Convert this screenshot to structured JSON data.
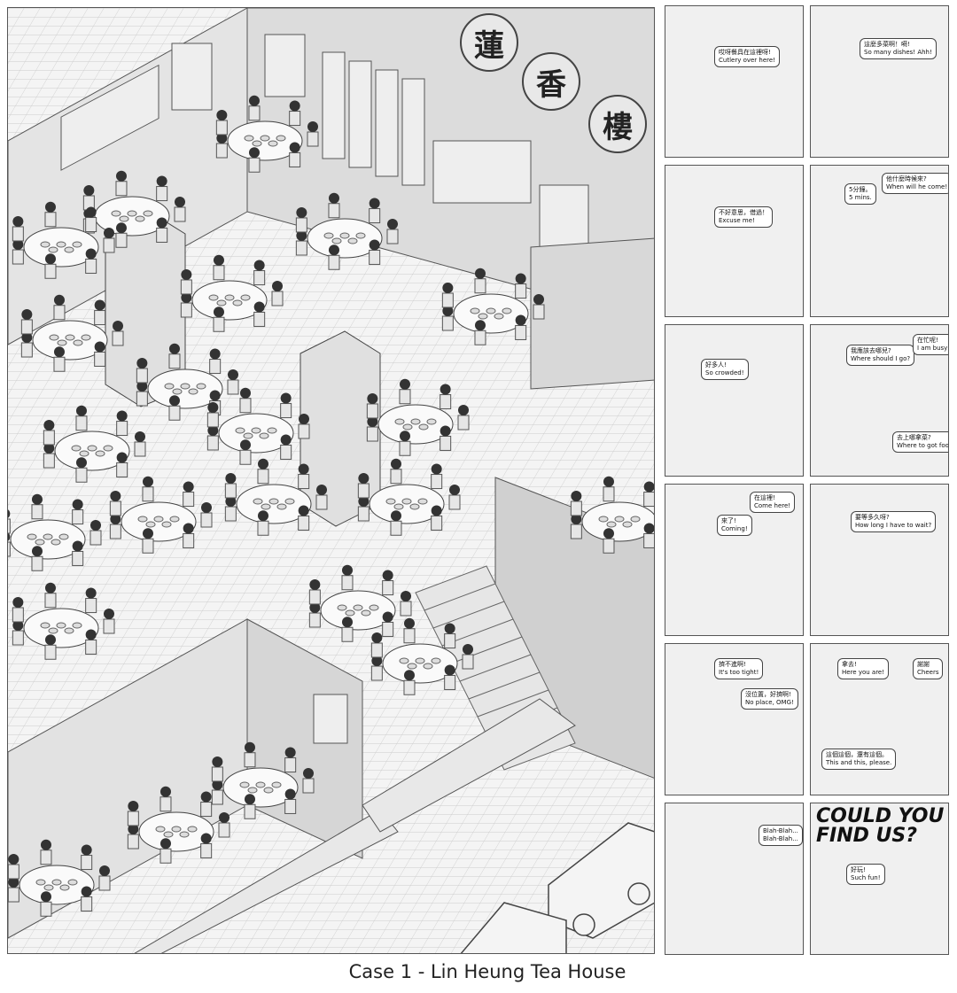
{
  "caption": "Case 1 - Lin Heung Tea House",
  "sign_chars": [
    "蓮",
    "香",
    "樓"
  ],
  "panels": [
    {
      "id": "p1",
      "bubbles": [
        {
          "zh": "哎呀餐具在這裡呀!",
          "en": "Cutlery over here!"
        }
      ]
    },
    {
      "id": "p2",
      "bubbles": [
        {
          "zh": "這麼多菜啊！嗬!",
          "en": "So many dishes! Ahh!"
        }
      ]
    },
    {
      "id": "p3",
      "bubbles": [
        {
          "zh": "不好意思，借過！",
          "en": "Excuse me!"
        }
      ]
    },
    {
      "id": "p4",
      "bubbles": [
        {
          "zh": "5分鐘。",
          "en": "5 mins."
        },
        {
          "zh": "他什麼時候來?",
          "en": "When will he come!"
        }
      ]
    },
    {
      "id": "p5",
      "bubbles": [
        {
          "zh": "好多人!",
          "en": "So crowded!"
        }
      ]
    },
    {
      "id": "p6",
      "bubbles": [
        {
          "zh": "我應該去哪兒?",
          "en": "Where should I go?"
        },
        {
          "zh": "在忙呢!",
          "en": "I am busy!"
        },
        {
          "zh": "去上哪拿菜?",
          "en": "Where to got food?"
        }
      ]
    },
    {
      "id": "p7",
      "bubbles": [
        {
          "zh": "來了!",
          "en": "Coming!"
        },
        {
          "zh": "在這裡!",
          "en": "Come here!"
        }
      ]
    },
    {
      "id": "p8",
      "bubbles": [
        {
          "zh": "要等多久呀?",
          "en": "How long I have to wait?"
        }
      ]
    },
    {
      "id": "p9",
      "bubbles": [
        {
          "zh": "擠不進啊!",
          "en": "It's too tight!"
        },
        {
          "zh": "沒位置，好擠啊!",
          "en": "No place, OMG!"
        }
      ]
    },
    {
      "id": "p10",
      "bubbles": [
        {
          "zh": "拿去!",
          "en": "Here you are!"
        },
        {
          "zh": "謝謝",
          "en": "Cheers"
        },
        {
          "zh": "這個這個，還有這個。",
          "en": "This and this, please."
        }
      ]
    },
    {
      "id": "p11",
      "bubbles": [
        {
          "zh": "",
          "en": "Blah-Blah..."
        },
        {
          "zh": "",
          "en": "Blah-Blah..."
        }
      ]
    },
    {
      "id": "p12",
      "title_line1": "COULD YOU",
      "title_line2": "FIND US?",
      "bubbles": [
        {
          "zh": "好玩!",
          "en": "Such fun!"
        }
      ]
    }
  ]
}
